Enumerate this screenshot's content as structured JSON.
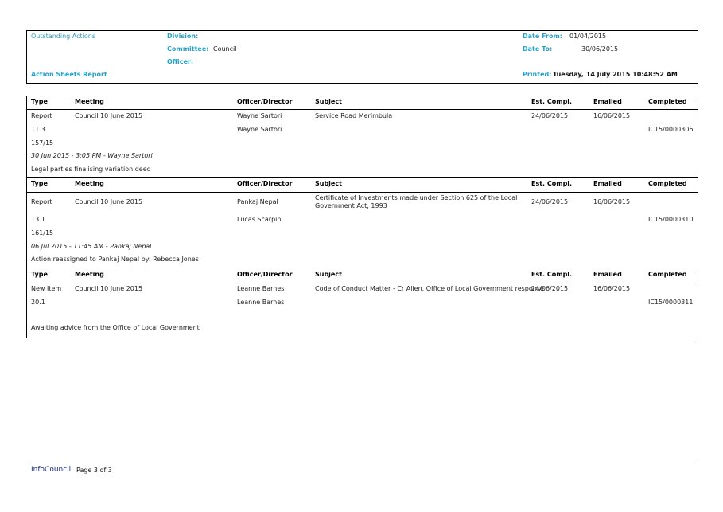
{
  "header": {
    "report_title": "Outstanding Actions",
    "report_subtitle": "Action Sheets Report",
    "division_label": "Division:",
    "committee_label": "Committee:",
    "committee_value": "Council",
    "officer_label": "Officer:",
    "date_from_label": "Date From:",
    "date_from_value": "01/04/2015",
    "date_to_label": "Date To:",
    "date_to_value": "30/06/2015",
    "printed_label": "Printed:",
    "printed_value": "Tuesday, 14 July 2015  10:48:52 AM"
  },
  "columns": {
    "type": "Type",
    "meeting": "Meeting",
    "officer": "Officer/Director",
    "subject": "Subject",
    "est": "Est. Compl.",
    "emailed": "Emailed",
    "completed": "Completed"
  },
  "records": [
    {
      "type": "Report",
      "meeting": "Council 10 June 2015",
      "officer": "Wayne Sartori",
      "subject": "Service Road Merimbula",
      "est": "24/06/2015",
      "emailed": "16/06/2015",
      "item": "11.3",
      "officer2": "Wayne Sartori",
      "ref": "IC15/0000306",
      "minute": "157/15",
      "note_time": "30 Jun 2015 - 3:05 PM - Wayne Sartori",
      "note": "Legal parties finalising variation deed"
    },
    {
      "type": "Report",
      "meeting": "Council 10 June 2015",
      "officer": "Pankaj Nepal",
      "subject": "Certificate of Investments made under Section 625 of the Local Government Act, 1993",
      "est": "24/06/2015",
      "emailed": "16/06/2015",
      "item": "13.1",
      "officer2": "Lucas Scarpin",
      "ref": "IC15/0000310",
      "minute": "161/15",
      "note_time": "06 Jul 2015 - 11:45 AM - Pankaj Nepal",
      "note": "Action reassigned to Pankaj Nepal by: Rebecca Jones"
    },
    {
      "type": "New Item",
      "meeting": "Council 10 June 2015",
      "officer": "Leanne Barnes",
      "subject": "Code of Conduct Matter - Cr Allen, Office of Local Government response",
      "est": "24/06/2015",
      "emailed": "16/06/2015",
      "item": "20.1",
      "officer2": "Leanne Barnes",
      "ref": "IC15/0000311",
      "note": "Awaiting advice from the Office of Local Government"
    }
  ],
  "footer": {
    "brand": "InfoCouncil",
    "page": "Page 3 of 3"
  }
}
